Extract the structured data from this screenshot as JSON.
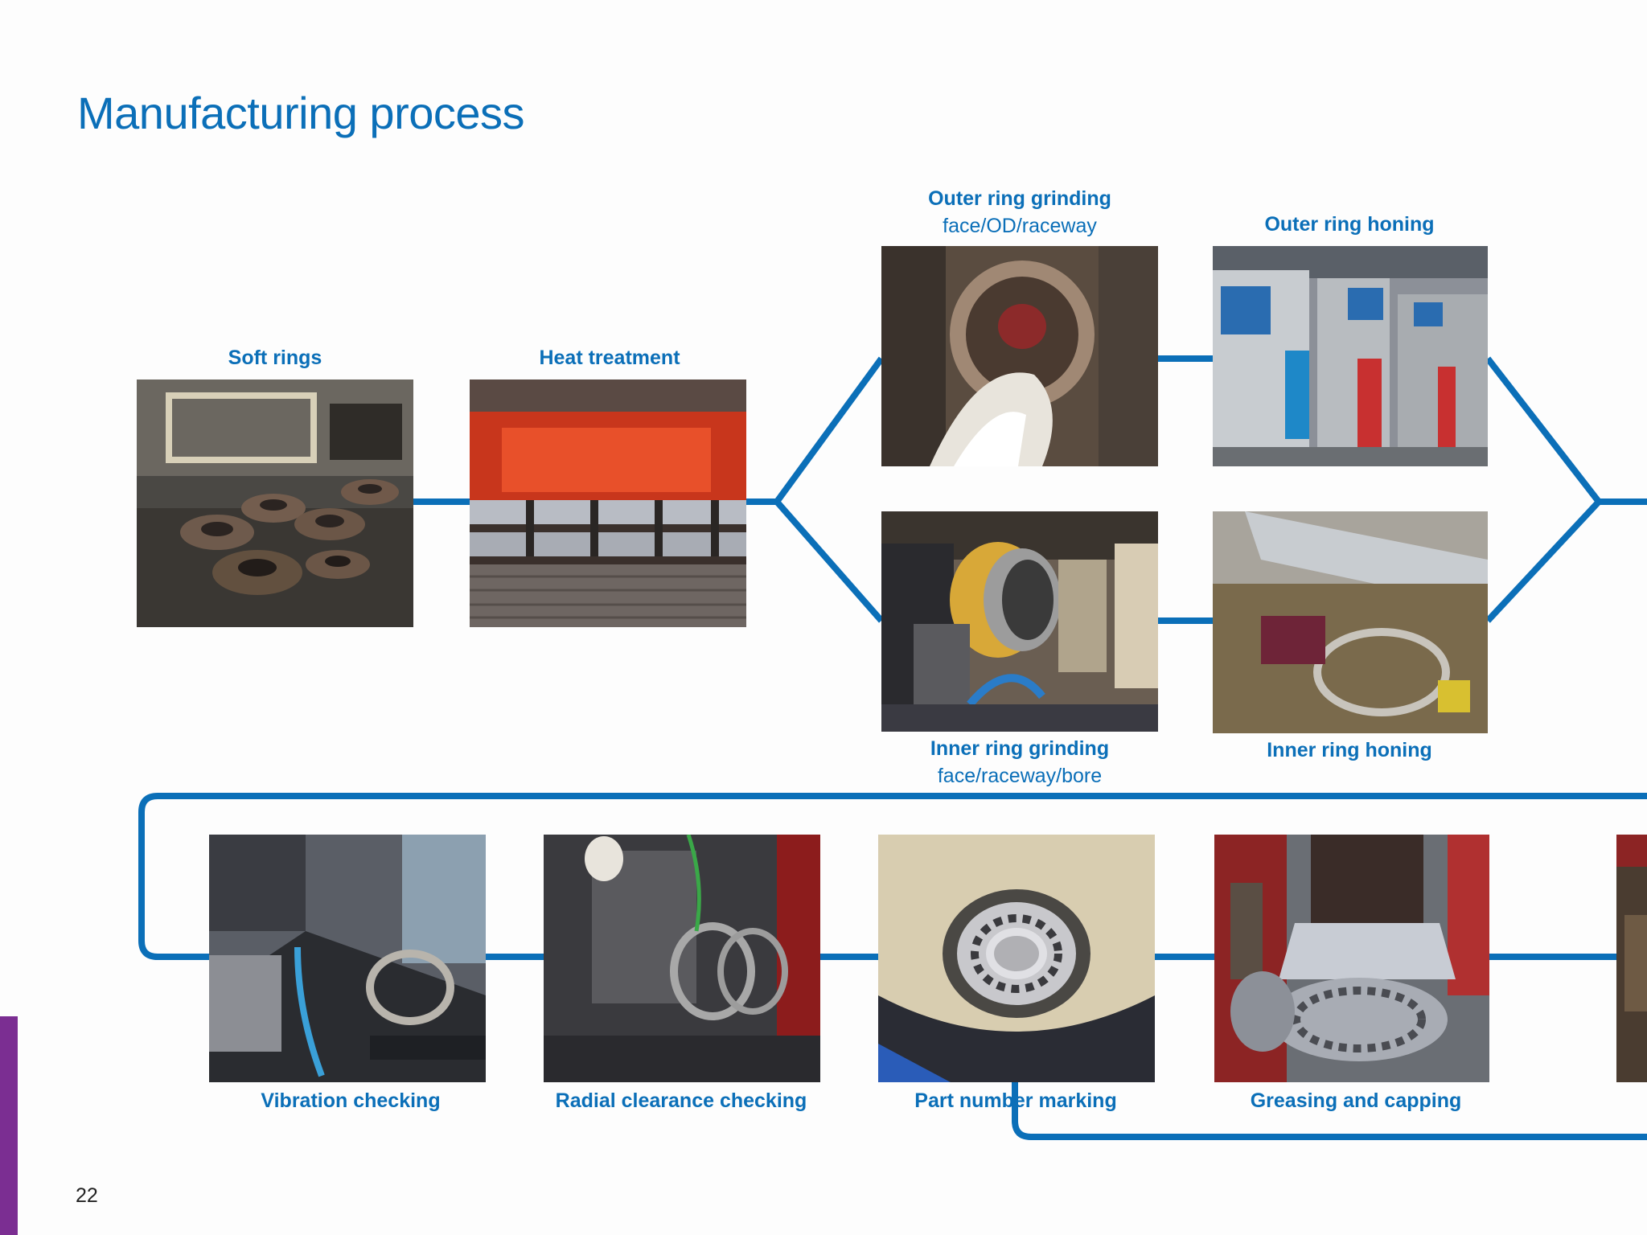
{
  "page": {
    "title": "Manufacturing process",
    "page_number": "22"
  },
  "colors": {
    "accent": "#0b6fb8",
    "side_bar": "#7b2e92"
  },
  "steps": {
    "soft_rings": {
      "label": "Soft rings"
    },
    "heat_treatment": {
      "label": "Heat treatment"
    },
    "outer_ring_grinding": {
      "label": "Outer ring grinding",
      "sub": "face/OD/raceway"
    },
    "outer_ring_honing": {
      "label": "Outer ring honing"
    },
    "inner_ring_grinding": {
      "label": "Inner ring grinding",
      "sub": "face/raceway/bore"
    },
    "inner_ring_honing": {
      "label": "Inner ring honing"
    },
    "vibration_checking": {
      "label": "Vibration checking"
    },
    "radial_clearance_checking": {
      "label": "Radial clearance checking"
    },
    "part_number_marking": {
      "label": "Part number marking"
    },
    "greasing_and_capping": {
      "label": "Greasing and capping"
    }
  }
}
